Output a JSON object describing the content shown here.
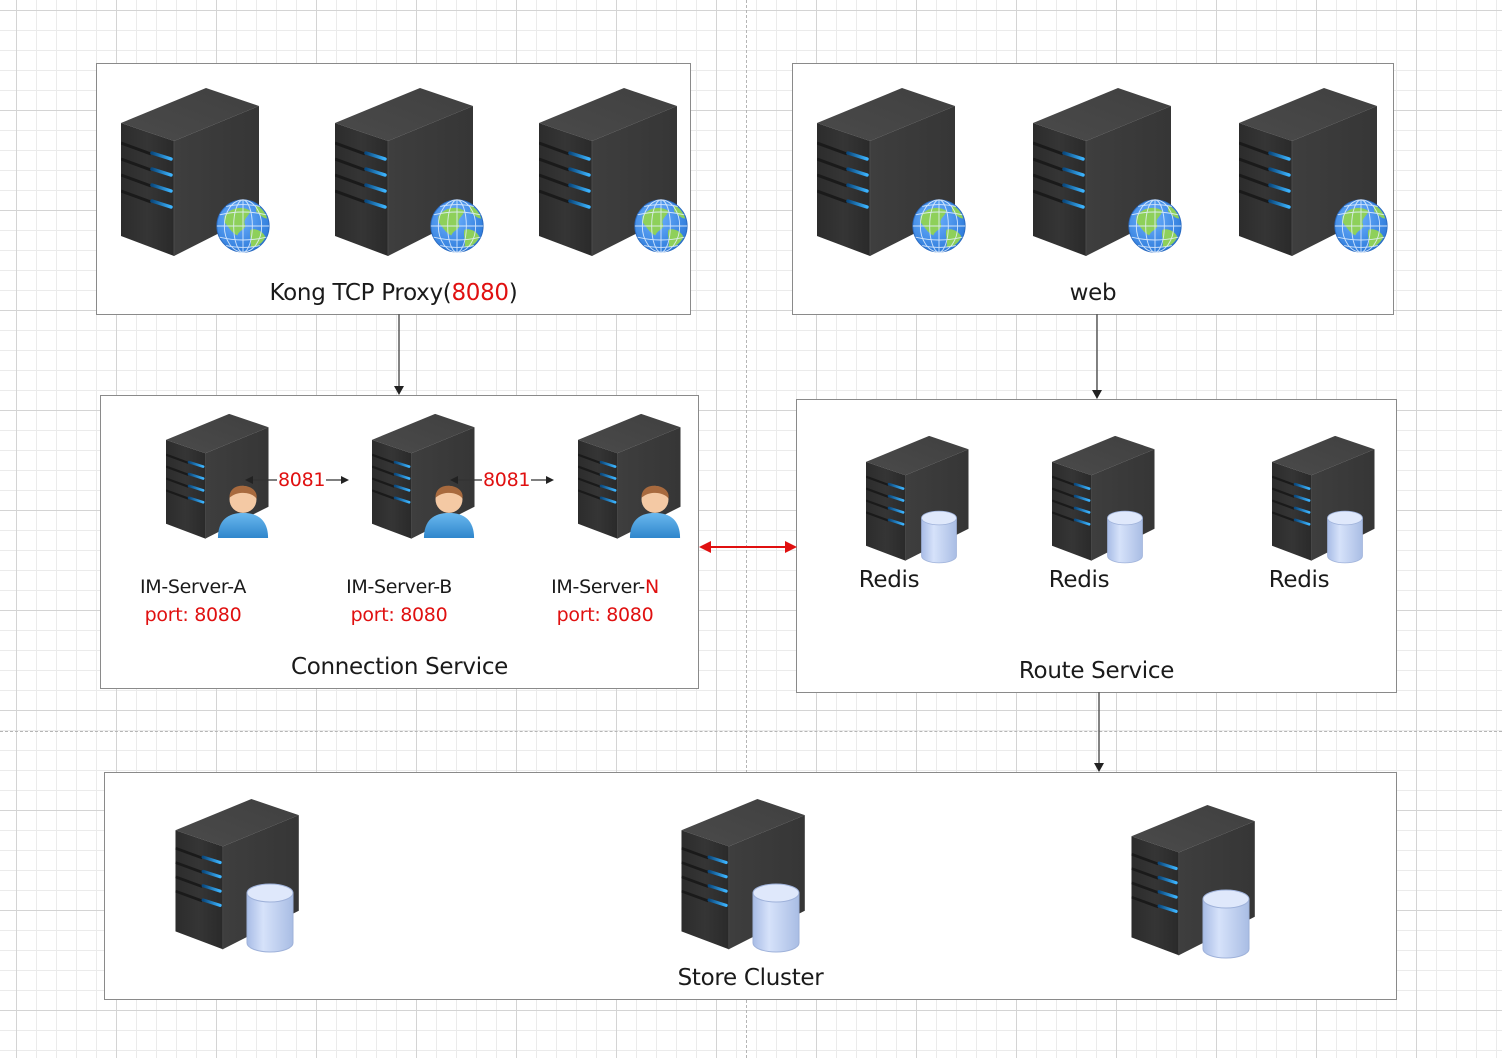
{
  "diagram": {
    "boxes": {
      "kong": {
        "label_prefix": "Kong TCP Proxy(",
        "label_port": "8080",
        "label_suffix": ")",
        "servers": [
          {
            "icon": "web-server-icon"
          },
          {
            "icon": "web-server-icon"
          },
          {
            "icon": "web-server-icon"
          }
        ]
      },
      "web": {
        "label": "web",
        "servers": [
          {
            "icon": "web-server-icon"
          },
          {
            "icon": "web-server-icon"
          },
          {
            "icon": "web-server-icon"
          }
        ]
      },
      "connection_service": {
        "label": "Connection Service",
        "servers": [
          {
            "name_prefix": "IM-Server-",
            "name_suffix": "A",
            "suffix_highlight": false,
            "port": "port: 8080",
            "icon": "user-server-icon"
          },
          {
            "name_prefix": "IM-Server-",
            "name_suffix": "B",
            "suffix_highlight": false,
            "port": "port: 8080",
            "icon": "user-server-icon"
          },
          {
            "name_prefix": "IM-Server-",
            "name_suffix": "N",
            "suffix_highlight": true,
            "port": "port: 8080",
            "icon": "user-server-icon"
          }
        ],
        "peer_links": [
          {
            "label": "8081",
            "from": "IM-Server-A",
            "to": "IM-Server-B",
            "direction": "bidirectional"
          },
          {
            "label": "8081",
            "from": "IM-Server-B",
            "to": "IM-Server-N",
            "direction": "bidirectional"
          }
        ]
      },
      "route_service": {
        "label": "Route Service",
        "servers": [
          {
            "label": "Redis",
            "icon": "database-server-icon"
          },
          {
            "label": "Redis",
            "icon": "database-server-icon"
          },
          {
            "label": "Redis",
            "icon": "database-server-icon"
          }
        ]
      },
      "store_cluster": {
        "label": "Store Cluster",
        "servers": [
          {
            "icon": "database-server-icon"
          },
          {
            "icon": "database-server-icon"
          },
          {
            "icon": "database-server-icon"
          }
        ]
      }
    },
    "edges": [
      {
        "from": "Kong TCP Proxy",
        "to": "Connection Service",
        "direction": "forward",
        "color": "#5a5a5a"
      },
      {
        "from": "web",
        "to": "Route Service",
        "direction": "forward",
        "color": "#5a5a5a"
      },
      {
        "from": "Connection Service",
        "to": "Route Service",
        "direction": "bidirectional",
        "color": "#e01010"
      },
      {
        "from": "Route Service",
        "to": "Store Cluster",
        "direction": "forward",
        "color": "#5a5a5a"
      }
    ],
    "colors": {
      "accent_red": "#e01010",
      "box_border": "#8a8a8a",
      "server_body": "#3a3a3a",
      "server_led": "#2aa0e8",
      "globe_ocean": "#3d8fe8",
      "globe_land": "#8ed05a",
      "db_cylinder": "#c6d4f0"
    }
  }
}
